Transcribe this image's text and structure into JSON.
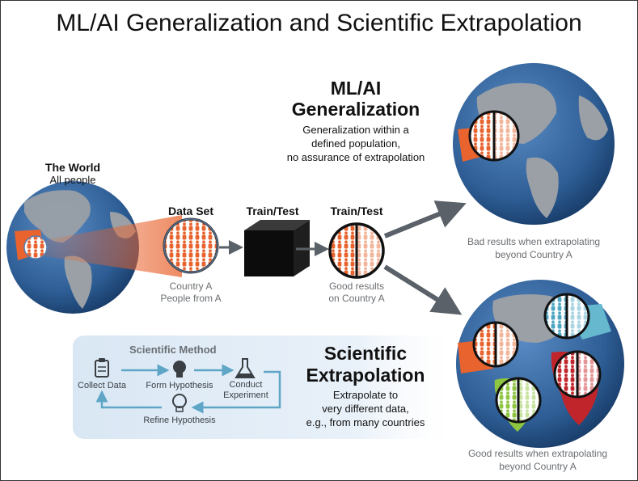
{
  "title": "ML/AI Generalization and Scientific Extrapolation",
  "world": {
    "heading": "The World",
    "sub": "All people"
  },
  "dataset": {
    "heading": "Data Set",
    "caption_1": "Country A",
    "caption_2": "People from A"
  },
  "train_test_1": {
    "heading": "Train/Test"
  },
  "train_test_2": {
    "heading": "Train/Test",
    "caption_1": "Good results",
    "caption_2": "on Country A"
  },
  "ml_gen": {
    "heading_1": "ML/AI",
    "heading_2": "Generalization",
    "desc_1": "Generalization within a",
    "desc_2": "defined population,",
    "desc_3": "no assurance of extrapolation"
  },
  "bad_results": {
    "line_1": "Bad results when extrapolating",
    "line_2": "beyond Country A"
  },
  "good_results": {
    "line_1": "Good results when extrapolating",
    "line_2": "beyond Country A"
  },
  "sci_extrap": {
    "heading_1": "Scientific",
    "heading_2": "Extrapolation",
    "desc_1": "Extrapolate to",
    "desc_2": "very different data,",
    "desc_3": "e.g., from many countries"
  },
  "sci_method": {
    "heading": "Scientific Method",
    "step_collect": "Collect Data",
    "step_form": "Form Hypothesis",
    "step_conduct_1": "Conduct",
    "step_conduct_2": "Experiment",
    "step_refine": "Refine Hypothesis"
  },
  "colors": {
    "ocean": "#2d5d94",
    "land": "#9aa0a6",
    "country_a": "#e8632e",
    "green": "#8ec641",
    "red": "#c0252b",
    "teal": "#4fa6c2",
    "arrow": "#5a6168"
  },
  "icons": [
    "clipboard-icon",
    "lightbulb-icon",
    "flask-icon",
    "lightbulb-outline-icon",
    "person-icon",
    "black-box-icon"
  ]
}
